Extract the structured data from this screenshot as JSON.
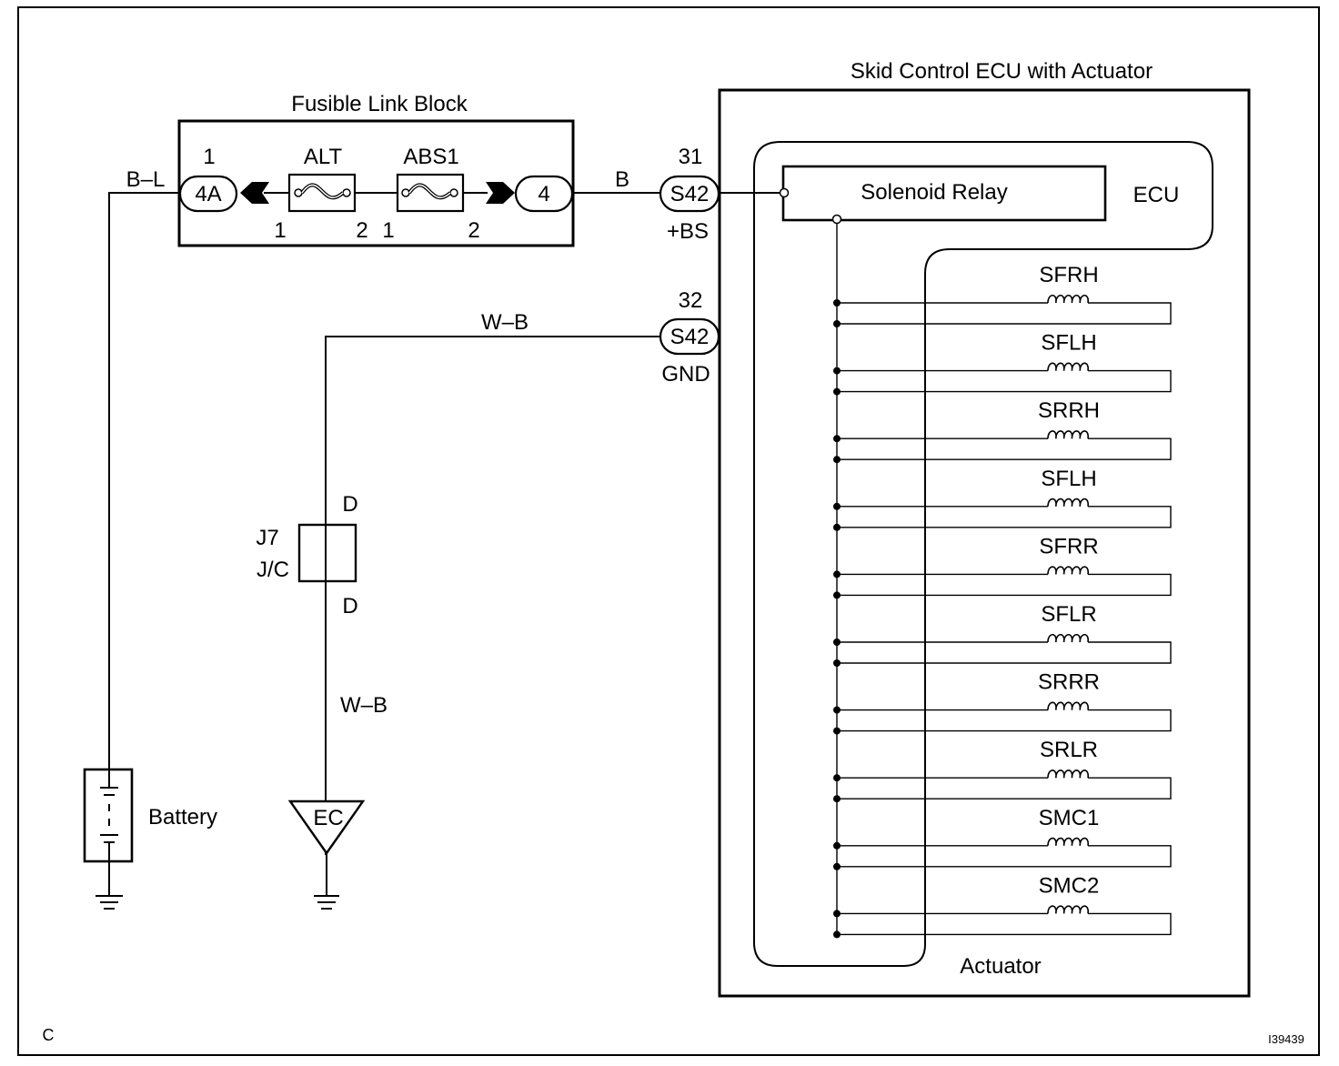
{
  "labels": {
    "fusible_link_block": "Fusible Link Block",
    "ecu_unit": "Skid Control ECU with Actuator",
    "solenoid_relay": "Solenoid Relay",
    "ecu": "ECU",
    "actuator": "Actuator",
    "battery": "Battery",
    "ground_ec": "EC",
    "junction": "J7",
    "junction_type": "J/C",
    "junction_pin_top": "D",
    "junction_pin_bottom": "D",
    "corner_code": "C",
    "figure_id": "I39439"
  },
  "fuses": {
    "alt": {
      "name": "ALT",
      "pin_left": "1",
      "pin_right": "2"
    },
    "abs1": {
      "name": "ABS1",
      "pin_left": "1",
      "pin_right": "2"
    }
  },
  "connectors": {
    "c4a": {
      "label": "4A",
      "pin": "1"
    },
    "c4": {
      "label": "4"
    },
    "s42_bs": {
      "label": "S42",
      "pin": "31",
      "signal": "+BS"
    },
    "s42_gnd": {
      "label": "S42",
      "pin": "32",
      "signal": "GND"
    }
  },
  "wires": {
    "battery_feed": "B–L",
    "fuse_to_ecu": "B",
    "gnd_top": "W–B",
    "gnd_bottom": "W–B"
  },
  "solenoids": [
    "SFRH",
    "SFLH",
    "SRRH",
    "SFLH",
    "SFRR",
    "SFLR",
    "SRRR",
    "SRLR",
    "SMC1",
    "SMC2"
  ]
}
